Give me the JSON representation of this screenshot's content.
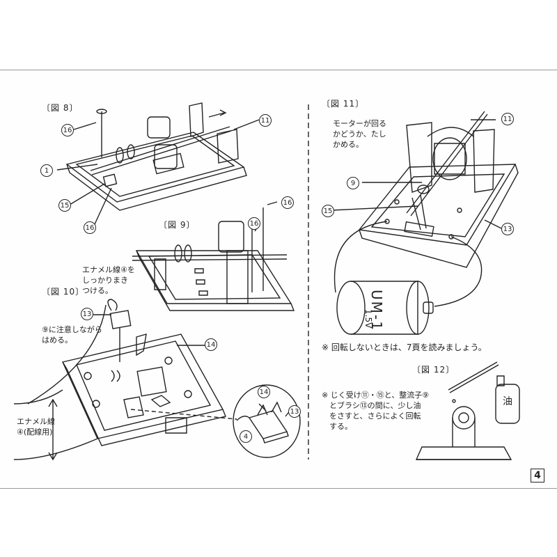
{
  "figures": {
    "fig8": "〔図 8〕",
    "fig9": "〔図 9〕",
    "fig10": "〔図 10〕",
    "fig11": "〔図 11〕",
    "fig12": "〔図 12〕"
  },
  "notes": {
    "enamel_wrap": "エナメル線④を\nしっかりまき\nつける。",
    "attention9": "⑨に注意しながら\nはめる。",
    "enamel_wiring": "エナメル線\n④(配線用)",
    "check_rotation": "モーターが回る\nかどうか、たし\nかめる。",
    "not_rotating": "※ 回転しないときは、7頁を読みましょう。",
    "oil_tip": "※ じく受け⑪・⑮と、整流子⑨\n　とブラシ⑬の間に、少し油\n　をさすと、さらによく回転\n　する。"
  },
  "part_numbers": {
    "n1": "1",
    "n4": "4",
    "n9": "9",
    "n11": "11",
    "n13": "13",
    "n14": "14",
    "n15": "15",
    "n16": "16"
  },
  "battery_label": "UM-1",
  "battery_voltage": "1.5V",
  "oil_label": "油",
  "page_number": "4"
}
